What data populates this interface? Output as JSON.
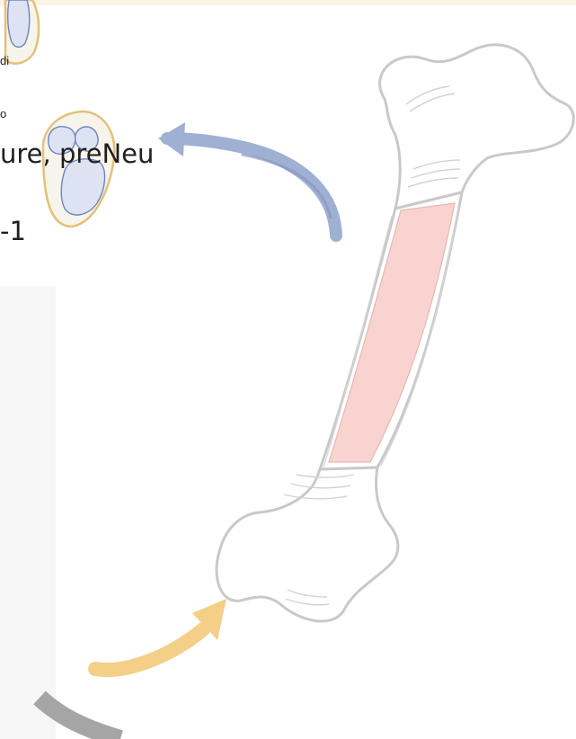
{
  "labels": {
    "fragment_1": "di",
    "fragment_2": "o",
    "fragment_3": "ure, preNeu",
    "fragment_4": "-1"
  },
  "colors": {
    "background": "#ffffff",
    "top_band": "#fbf3e6",
    "left_panel": "#f6f6f6",
    "bone_fill": "#ffffff",
    "bone_outline": "#c9c9c9",
    "marrow": "#f8d3cf",
    "cell_outline": "#e4c07a",
    "cell_fill": "#f7f4ec",
    "nucleus_fill": "#dde3f2",
    "nucleus_outline": "#6f84be",
    "blue_arrow": "#9fb0d2",
    "yellow_arrow": "#f3cf88",
    "gray_arrow": "#a5a5a5"
  },
  "icons": [
    "neutrophil-cell-icon",
    "bone-illustration",
    "arrow-icon"
  ]
}
